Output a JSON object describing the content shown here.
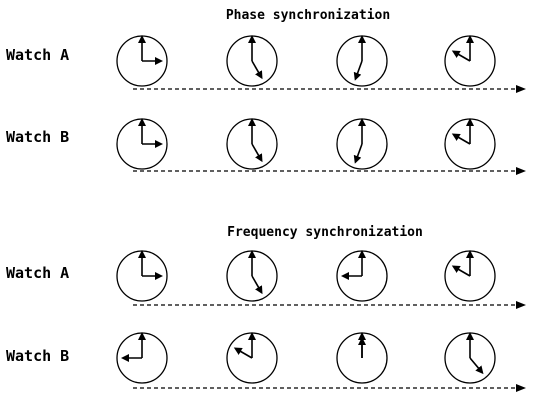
{
  "sections": [
    {
      "title": "Phase synchronization",
      "rows": [
        {
          "label": "Watch A",
          "watches": [
            {
              "minute_deg": 0,
              "hour_deg": 90
            },
            {
              "minute_deg": 0,
              "hour_deg": 150
            },
            {
              "minute_deg": 0,
              "hour_deg": 200
            },
            {
              "minute_deg": 0,
              "hour_deg": 300
            }
          ]
        },
        {
          "label": "Watch B",
          "watches": [
            {
              "minute_deg": 0,
              "hour_deg": 90
            },
            {
              "minute_deg": 0,
              "hour_deg": 150
            },
            {
              "minute_deg": 0,
              "hour_deg": 200
            },
            {
              "minute_deg": 0,
              "hour_deg": 300
            }
          ]
        }
      ]
    },
    {
      "title": "Frequency synchronization",
      "rows": [
        {
          "label": "Watch A",
          "watches": [
            {
              "minute_deg": 0,
              "hour_deg": 90
            },
            {
              "minute_deg": 0,
              "hour_deg": 150
            },
            {
              "minute_deg": 0,
              "hour_deg": 270
            },
            {
              "minute_deg": 0,
              "hour_deg": 300
            }
          ]
        },
        {
          "label": "Watch B",
          "watches": [
            {
              "minute_deg": 0,
              "hour_deg": 270
            },
            {
              "minute_deg": 0,
              "hour_deg": 300
            },
            {
              "minute_deg": 0,
              "hour_deg": 0
            },
            {
              "minute_deg": 0,
              "hour_deg": 140
            }
          ]
        }
      ]
    }
  ]
}
